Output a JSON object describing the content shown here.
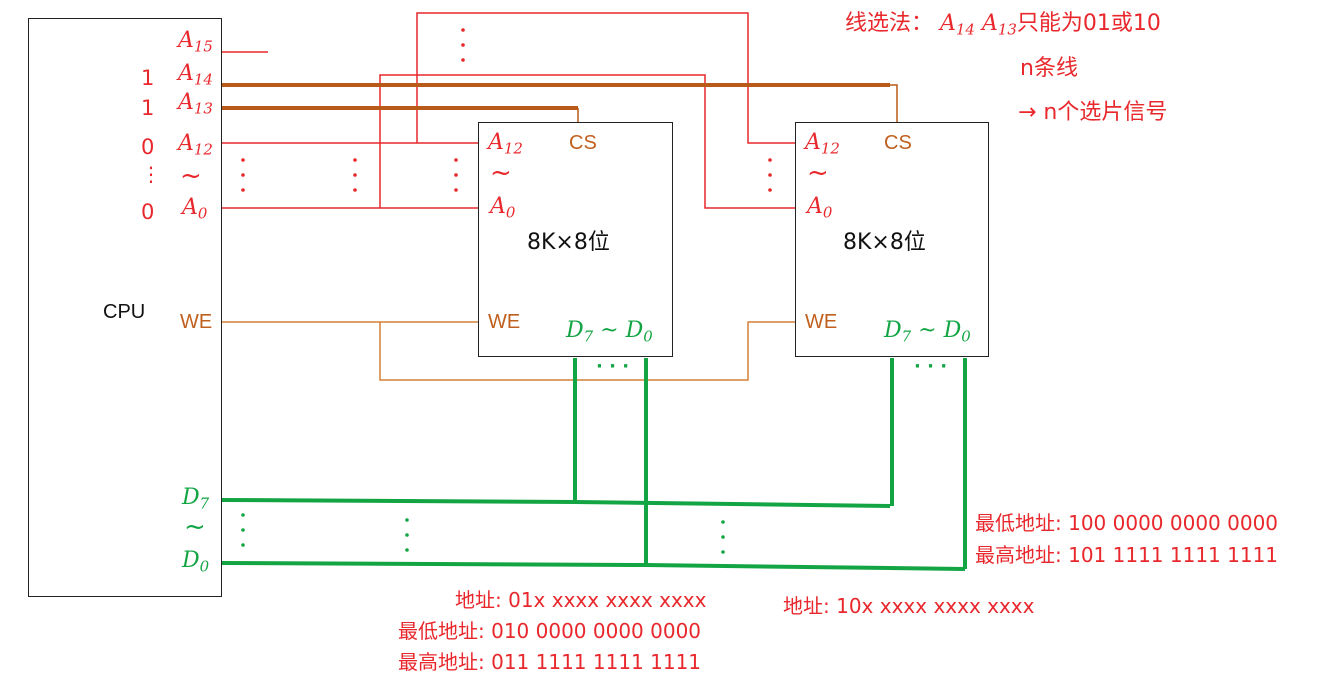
{
  "cpu": {
    "label": "CPU",
    "addr_pins": [
      {
        "base": "A",
        "sub": "15",
        "value": ""
      },
      {
        "base": "A",
        "sub": "14",
        "value": "1"
      },
      {
        "base": "A",
        "sub": "13",
        "value": "1"
      },
      {
        "base": "A",
        "sub": "12",
        "value": "0"
      },
      {
        "base": "A",
        "sub": "0",
        "value": "0"
      }
    ],
    "tilde": "~",
    "vdots": "⋮",
    "we": "WE",
    "data_hi": {
      "base": "D",
      "sub": "7"
    },
    "data_lo": {
      "base": "D",
      "sub": "0"
    }
  },
  "chips": [
    {
      "capacity": "8K×8位",
      "a_hi": {
        "base": "A",
        "sub": "12"
      },
      "a_lo": {
        "base": "A",
        "sub": "0"
      },
      "tilde": "~",
      "cs": "CS",
      "we": "WE",
      "data": {
        "hi": "D",
        "hi_sub": "7",
        "sep": "~",
        "lo": "D",
        "lo_sub": "0"
      }
    },
    {
      "capacity": "8K×8位",
      "a_hi": {
        "base": "A",
        "sub": "12"
      },
      "a_lo": {
        "base": "A",
        "sub": "0"
      },
      "tilde": "~",
      "cs": "CS",
      "we": "WE",
      "data": {
        "hi": "D",
        "hi_sub": "7",
        "sep": "~",
        "lo": "D",
        "lo_sub": "0"
      }
    }
  ],
  "note": {
    "line1_prefix": "线选法：",
    "line1_a14": {
      "base": "A",
      "sub": "14"
    },
    "line1_a13": {
      "base": "A",
      "sub": "13"
    },
    "line1_suffix": "只能为01或10",
    "line2": "n条线",
    "line3": "→ n个选片信号"
  },
  "chip1_addresses": {
    "addr": "地址: 01x xxxx xxxx xxxx",
    "min": "最低地址: 010 0000 0000 0000",
    "max": "最高地址: 011 1111 1111 1111"
  },
  "chip2_addresses": {
    "addr": "地址: 10x xxxx xxxx xxxx",
    "min": "最低地址: 100 0000 0000 0000",
    "max": "最高地址: 101 1111 1111 1111"
  },
  "dots": "· · ·",
  "colors": {
    "address": "#e8282c",
    "control": "#c0601e",
    "data": "#13a544",
    "chip_select": "#b85a1a",
    "outline": "#222222"
  }
}
